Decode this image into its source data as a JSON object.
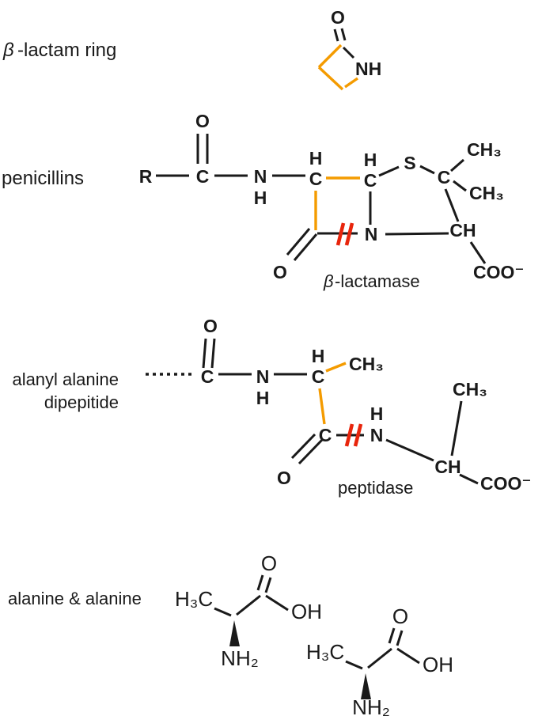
{
  "colors": {
    "ink": "#1a1a1a",
    "highlight": "#f49b00",
    "cleavage": "#e8250c",
    "background": "#ffffff"
  },
  "lactam": {
    "title_beta": "β",
    "title_rest": "-lactam ring",
    "atoms": {
      "o": "O",
      "nh": "NH"
    }
  },
  "penicillins": {
    "title": "penicillins",
    "atoms": {
      "r": "R",
      "c1": "C",
      "o1": "O",
      "n1": "N",
      "n1_h": "H",
      "c2": "C",
      "c2_h": "H",
      "c3": "C",
      "c3_h": "H",
      "s": "S",
      "c4": "C",
      "ch3_top": "CH₃",
      "ch3_bottom": "CH₃",
      "ch": "CH",
      "coo": "COO⁻",
      "ring_n": "N",
      "ring_o": "O"
    },
    "enzyme_beta": "β",
    "enzyme_rest": "-lactamase"
  },
  "dipeptide": {
    "title_line1": "alanyl alanine",
    "title_line2": "dipepitide",
    "atoms": {
      "c1": "C",
      "o1": "O",
      "n1": "N",
      "n1_h": "H",
      "c2": "C",
      "c2_h": "H",
      "ch3_a": "CH₃",
      "c3": "C",
      "o2": "O",
      "n2": "N",
      "n2_h": "H",
      "ch": "CH",
      "ch3_b": "CH₃",
      "coo": "COO⁻"
    },
    "enzyme": "peptidase"
  },
  "alanines": {
    "title": "alanine & alanine",
    "mol1": {
      "h3c": "H₃C",
      "o": "O",
      "oh": "OH",
      "nh2": "NH₂"
    },
    "mol2": {
      "h3c": "H₃C",
      "o": "O",
      "oh": "OH",
      "nh2": "NH₂"
    }
  }
}
